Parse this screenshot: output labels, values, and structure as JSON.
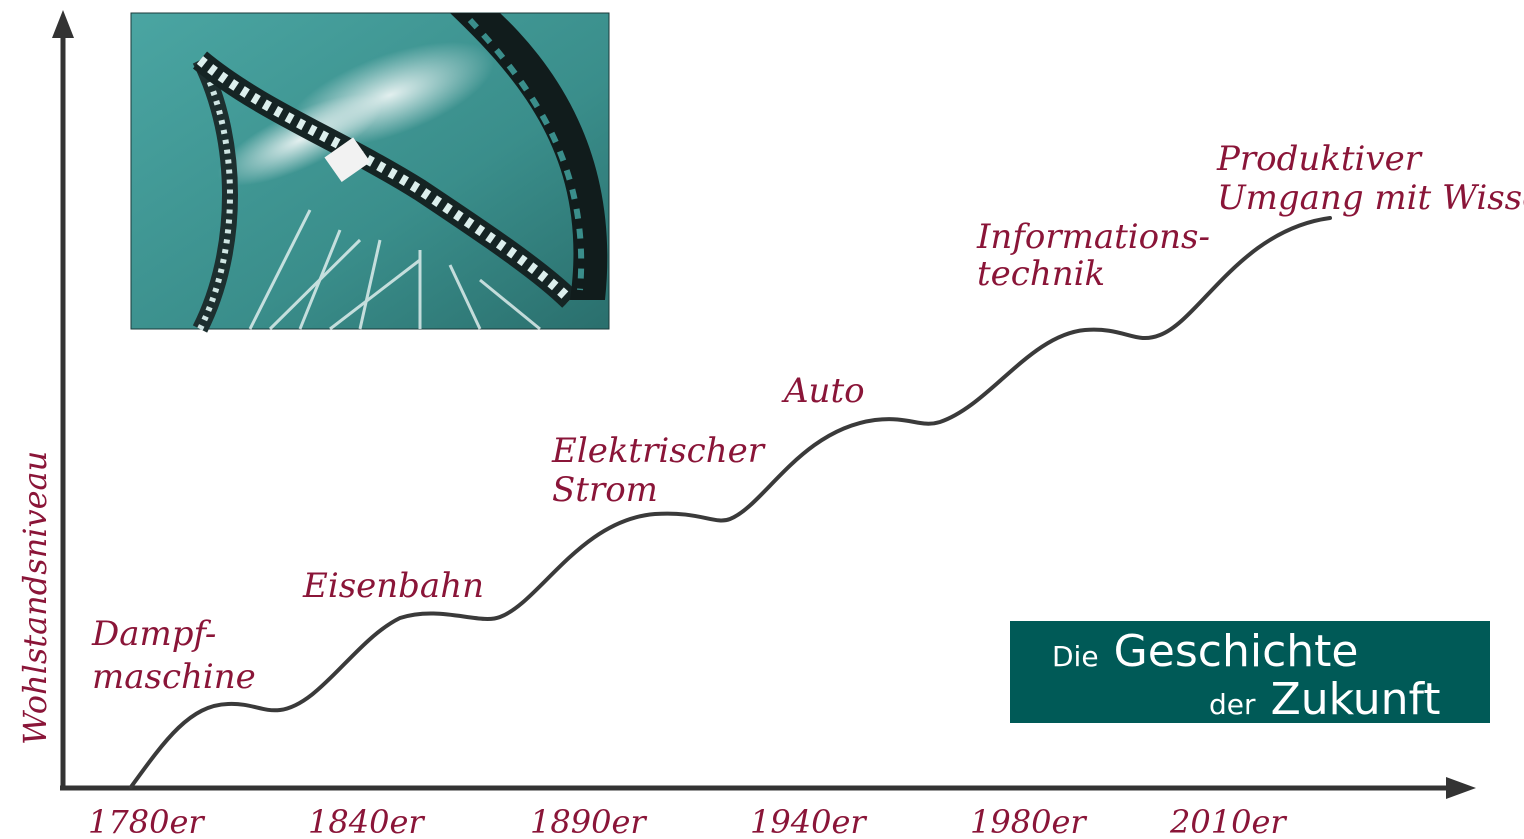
{
  "chart_data": {
    "type": "line",
    "title": "",
    "xlabel": "",
    "ylabel": "Wohlstandsniveau",
    "ticks": [
      "1780er",
      "1840er",
      "1890er",
      "1940er",
      "1980er",
      "2010er"
    ],
    "waves": [
      {
        "lines": [
          "Dampf-",
          "maschine"
        ]
      },
      {
        "lines": [
          "Eisenbahn"
        ]
      },
      {
        "lines": [
          "Elektrischer",
          "Strom"
        ]
      },
      {
        "lines": [
          "Auto"
        ]
      },
      {
        "lines": [
          "Informations-",
          "technik"
        ]
      },
      {
        "lines": [
          "Produktiver",
          "Umgang mit Wissen"
        ]
      }
    ],
    "grid": false,
    "legend": "none"
  },
  "brand": {
    "line1_small": "Die",
    "line1_big": "Geschichte",
    "line2_small": "der",
    "line2_big": "Zukunft"
  },
  "colors": {
    "label": "#8a1538",
    "axis": "#333333",
    "curve": "#3a3a3a",
    "brand_bg": "#005a57",
    "photo_bg": "#3f9a97"
  }
}
